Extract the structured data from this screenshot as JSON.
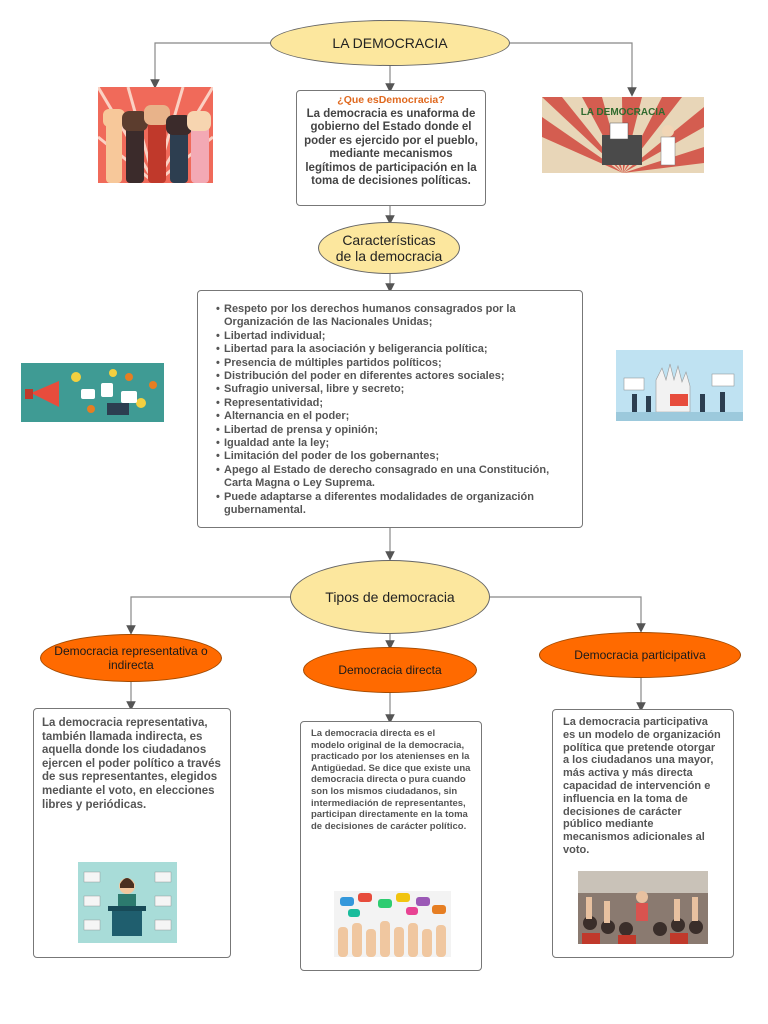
{
  "title": "LA DEMOCRACIA",
  "definition": {
    "question": "¿Que esDemocracia?",
    "text": "La democracia es unaforma de gobierno del Estado donde el poder es ejercido por el pueblo, mediante mecanismos legítimos de participación en la toma de decisiones políticas."
  },
  "characteristics": {
    "title_line1": "Características",
    "title_line2": "de la democracia",
    "items": [
      "Respeto por los derechos humanos consagrados por la Organización de las Nacionales Unidas;",
      "Libertad individual;",
      "Libertad para la asociación y beligerancia política;",
      "Presencia de múltiples partidos políticos;",
      "Distribución del poder en diferentes actores sociales;",
      "Sufragio universal, libre y secreto;",
      "Representatividad;",
      "Alternancia en el poder;",
      "Libertad de prensa y opinión;",
      "Igualdad ante la ley;",
      "Limitación del poder de los gobernantes;",
      "Apego al Estado de derecho consagrado en una Constitución, Carta Magna o Ley Suprema.",
      "Puede adaptarse a diferentes modalidades de organización gubernamental."
    ]
  },
  "types": {
    "title": "Tipos de democracia",
    "representative": {
      "label": "Democracia representativa o indirecta",
      "text": "La democracia representativa, también llamada indirecta, es aquella donde los ciudadanos ejercen el poder político a través de sus representantes, elegidos mediante el voto, en elecciones libres y periódicas."
    },
    "direct": {
      "label": "Democracia directa",
      "text": "La democracia directa es el modelo original de la democracia, practicado por los atenienses en la Antigüedad. Se dice que existe una democracia directa o pura cuando son los mismos ciudadanos, sin intermediación de representantes, participan directamente en la toma de decisiones de carácter político."
    },
    "participative": {
      "label": "Democracia participativa",
      "text": "La democracia participativa es un modelo de organización política que pretende otorgar a los ciudadanos una mayor, más activa y más directa capacidad de intervención e influencia en la toma de decisiones de carácter público mediante mecanismos adicionales al voto."
    }
  },
  "images": {
    "poster_text": "LA DEMOCRACIA"
  },
  "colors": {
    "yellow_node": "#fce79e",
    "orange_node": "#ff6a00",
    "question_accent": "#e0691f"
  }
}
